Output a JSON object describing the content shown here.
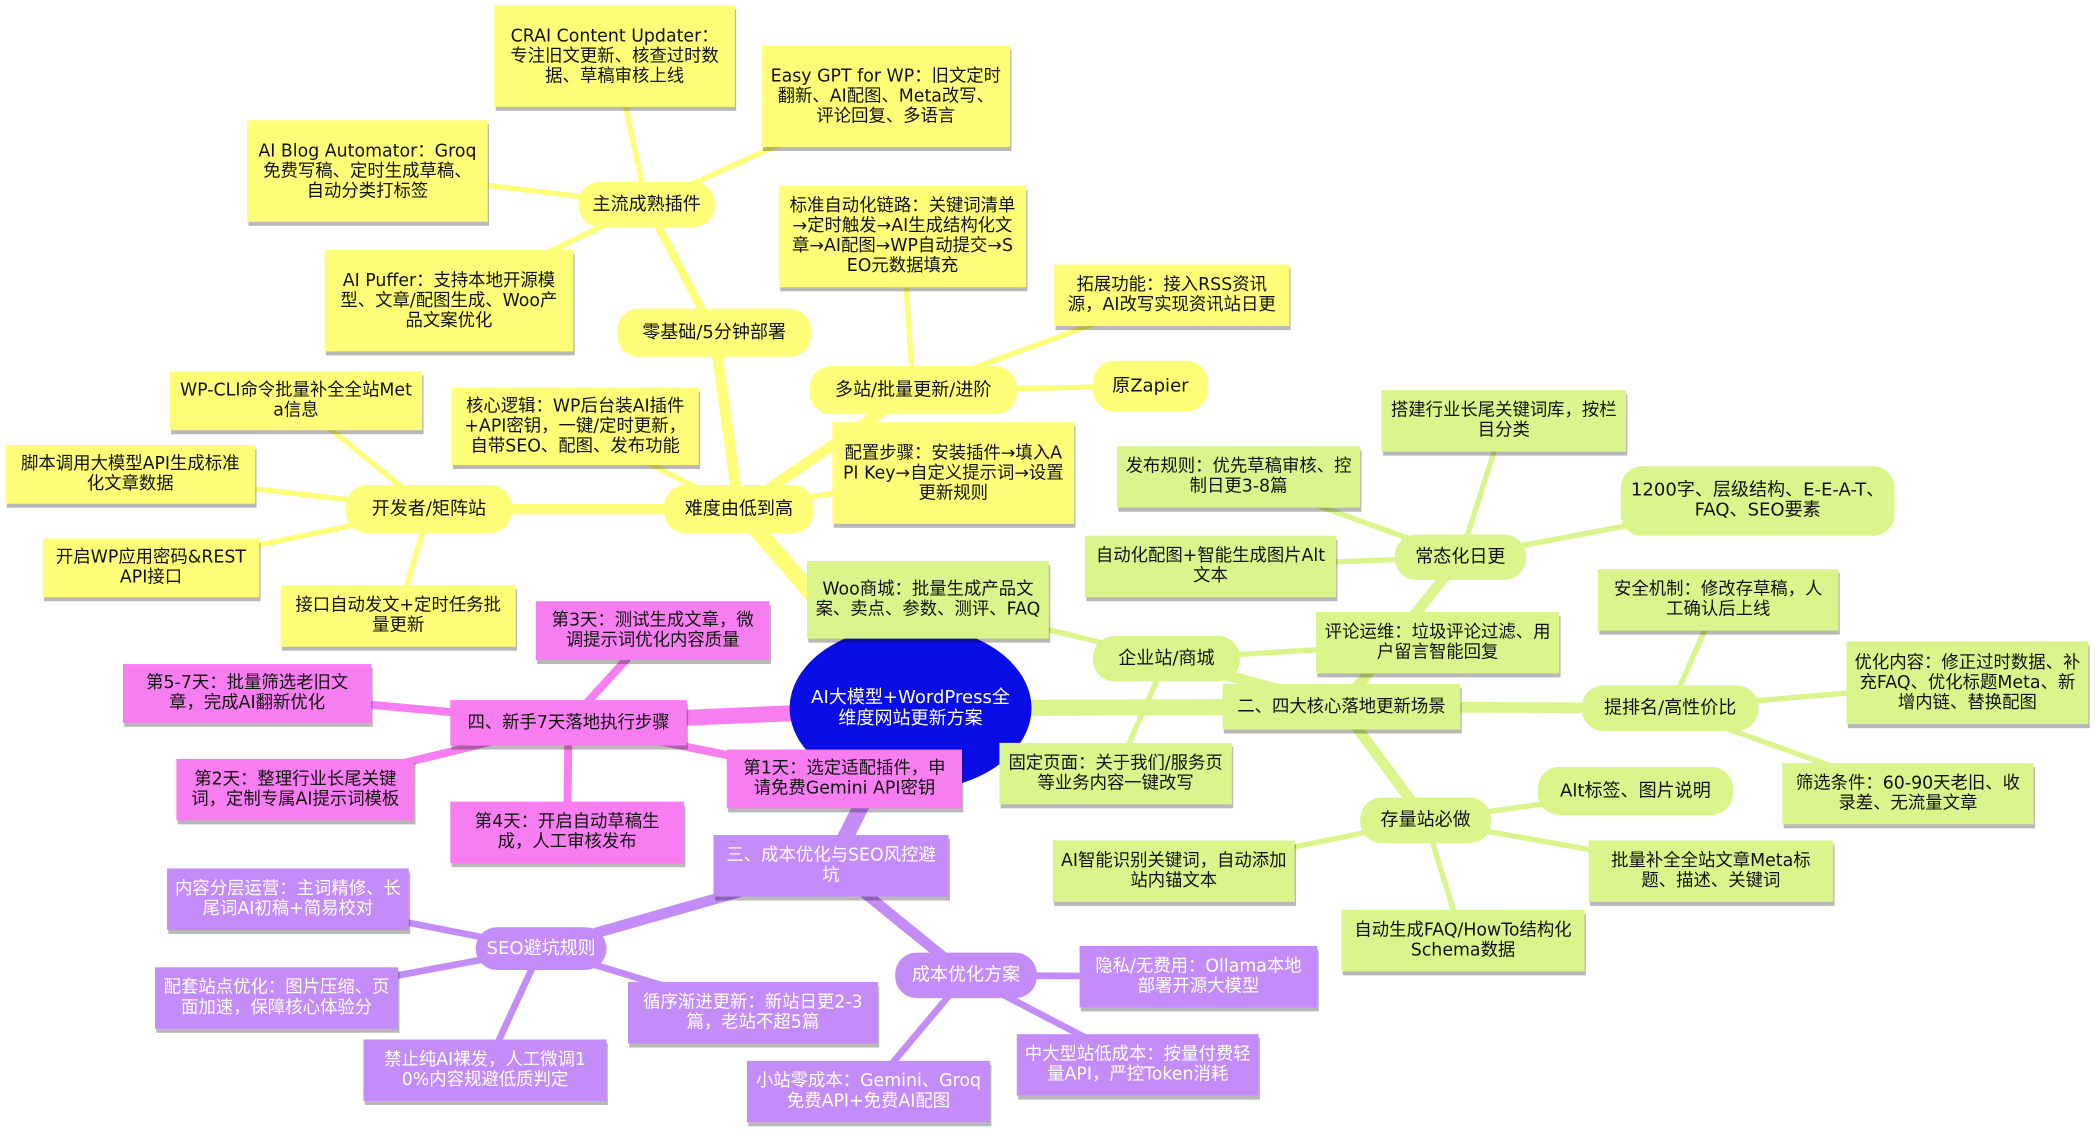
{
  "root": "AI大模型+WordPress全维度网站更新方案",
  "colors": {
    "yellow": "#fefe78",
    "green": "#d9f58c",
    "pink": "#f77ef0",
    "violet": "#c48cf8",
    "root": "#0a0ee6"
  },
  "nodes": {
    "y_difficulty": "难度由低到高",
    "y_zero": "零基础/5分钟部署",
    "y_plugins": "主流成熟插件",
    "y_crai": "CRAI Content Updater：专注旧文更新、核查过时数据、草稿审核上线",
    "y_easygpt": "Easy GPT for WP：旧文定时翻新、AI配图、Meta改写、评论回复、多语言",
    "y_blog": "AI Blog Automator：Groq免费写稿、定时生成草稿、自动分类打标签",
    "y_puffer": "AI Puffer：支持本地开源模型、文章/配图生成、Woo产品文案优化",
    "y_core": "核心逻辑：WP后台装AI插件+API密钥，一键/定时更新，自带SEO、配图、发布功能",
    "y_config": "配置步骤：安装插件→填入API Key→自定义提示词→设置更新规则",
    "y_multi": "多站/批量更新/进阶",
    "y_chain": "标准自动化链路：关键词清单→定时触发→AI生成结构化文章→AI配图→WP自动提交→SEO元数据填充",
    "y_rss": "拓展功能：接入RSS资讯源，AI改写实现资讯站日更",
    "y_zapier": "原Zapier",
    "y_dev": "开发者/矩阵站",
    "y_wpcli": "WP-CLI命令批量补全全站Meta信息",
    "y_script": "脚本调用大模型API生成标准化文章数据",
    "y_rest": "开启WP应用密码&REST API接口",
    "y_api": "接口自动发文+定时任务批量更新",
    "g_scenes": "二、四大核心落地更新场景",
    "g_shop": "企业站/商城",
    "g_woo": "Woo商城：批量生成产品文案、卖点、参数、测评、FAQ",
    "g_fixed": "固定页面：关于我们/服务页等业务内容一键改写",
    "g_comment": "评论运维：垃圾评论过滤、用户留言智能回复",
    "g_daily": "常态化日更",
    "g_kw": "搭建行业长尾关键词库，按栏目分类",
    "g_rule": "发布规则：优先草稿审核、控制日更3-8篇",
    "g_1200": "1200字、层级结构、E-E-A-T、FAQ、SEO要素",
    "g_img": "自动化配图+智能生成图片Alt文本",
    "g_rank": "提排名/高性价比",
    "g_safe": "安全机制：修改存草稿，人工确认后上线",
    "g_opt": "优化内容：修正过时数据、补充FAQ、优化标题Meta、新增内链、替换配图",
    "g_filter": "筛选条件：60-90天老旧、收录差、无流量文章",
    "g_stock": "存量站必做",
    "g_alt": "Alt标签、图片说明",
    "g_link": "AI智能识别关键词，自动添加站内锚文本",
    "g_meta": "批量补全全站文章Meta标题、描述、关键词",
    "g_faq": "自动生成FAQ/HowTo结构化Schema数据",
    "p_steps": "四、新手7天落地执行步骤",
    "p_d3": "第3天：测试生成文章，微调提示词优化内容质量",
    "p_d57": "第5-7天：批量筛选老旧文章，完成AI翻新优化",
    "p_d2": "第2天：整理行业长尾关键词，定制专属AI提示词模板",
    "p_d4": "第4天：开启自动草稿生成，人工审核发布",
    "p_d1": "第1天：选定适配插件，申请免费Gemini API密钥",
    "v_cost": "三、成本优化与SEO风控避坑",
    "v_seo": "SEO避坑规则",
    "v_layer": "内容分层运营：主词精修、长尾词AI初稿+简易校对",
    "v_site": "配套站点优化：图片压缩、页面加速，保障核心体验分",
    "v_ban": "禁止纯AI裸发，人工微调10%内容规避低质判定",
    "v_gradual": "循序渐进更新：新站日更2-3篇，老站不超5篇",
    "v_plan": "成本优化方案",
    "v_private": "隐私/无费用：Ollama本地部署开源大模型",
    "v_mid": "中大型站低成本：按量付费轻量API，严控Token消耗",
    "v_small": "小站零成本：Gemini、Groq免费API+免费AI配图"
  }
}
